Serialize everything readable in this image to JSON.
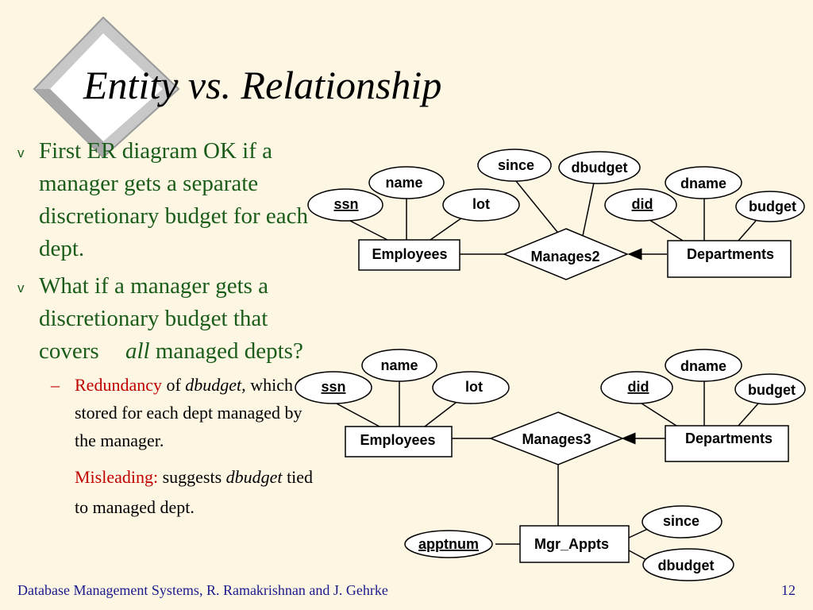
{
  "title": "Entity vs. Relationship",
  "bullets": [
    {
      "text": "First ER diagram OK if a manager gets a separate discretionary budget for each dept."
    },
    {
      "text": "What if a manager gets a discretionary budget that covers"
    }
  ],
  "bullet_mark": "v",
  "bullet2_all": "all",
  "bullet2_tail": "managed depts?",
  "sub": {
    "dash": "–",
    "red1": "Redundancy",
    "of": " of ",
    "dbudget1": "dbudget,",
    "rest1": " which is stored for each dept managed by the manager.",
    "red2": "Misleading:",
    "sugg": " suggests ",
    "dbudget2": "dbudget",
    "rest2": " tied to managed dept."
  },
  "diagram1": {
    "entity_left": "Employees",
    "relationship": "Manages2",
    "entity_right": "Departments",
    "attrs": {
      "ssn": "ssn",
      "name": "name",
      "lot": "lot",
      "since": "since",
      "dbudget": "dbudget",
      "did": "did",
      "dname": "dname",
      "budget": "budget"
    }
  },
  "diagram2": {
    "entity_left": "Employees",
    "relationship": "Manages3",
    "entity_right": "Departments",
    "entity_bottom": "Mgr_Appts",
    "attrs": {
      "ssn": "ssn",
      "name": "name",
      "lot": "lot",
      "did": "did",
      "dname": "dname",
      "budget": "budget",
      "apptnum": "apptnum",
      "since": "since",
      "dbudget": "dbudget"
    }
  },
  "footer": "Database Management Systems, R. Ramakrishnan and J. Gehrke",
  "page_number": "12"
}
